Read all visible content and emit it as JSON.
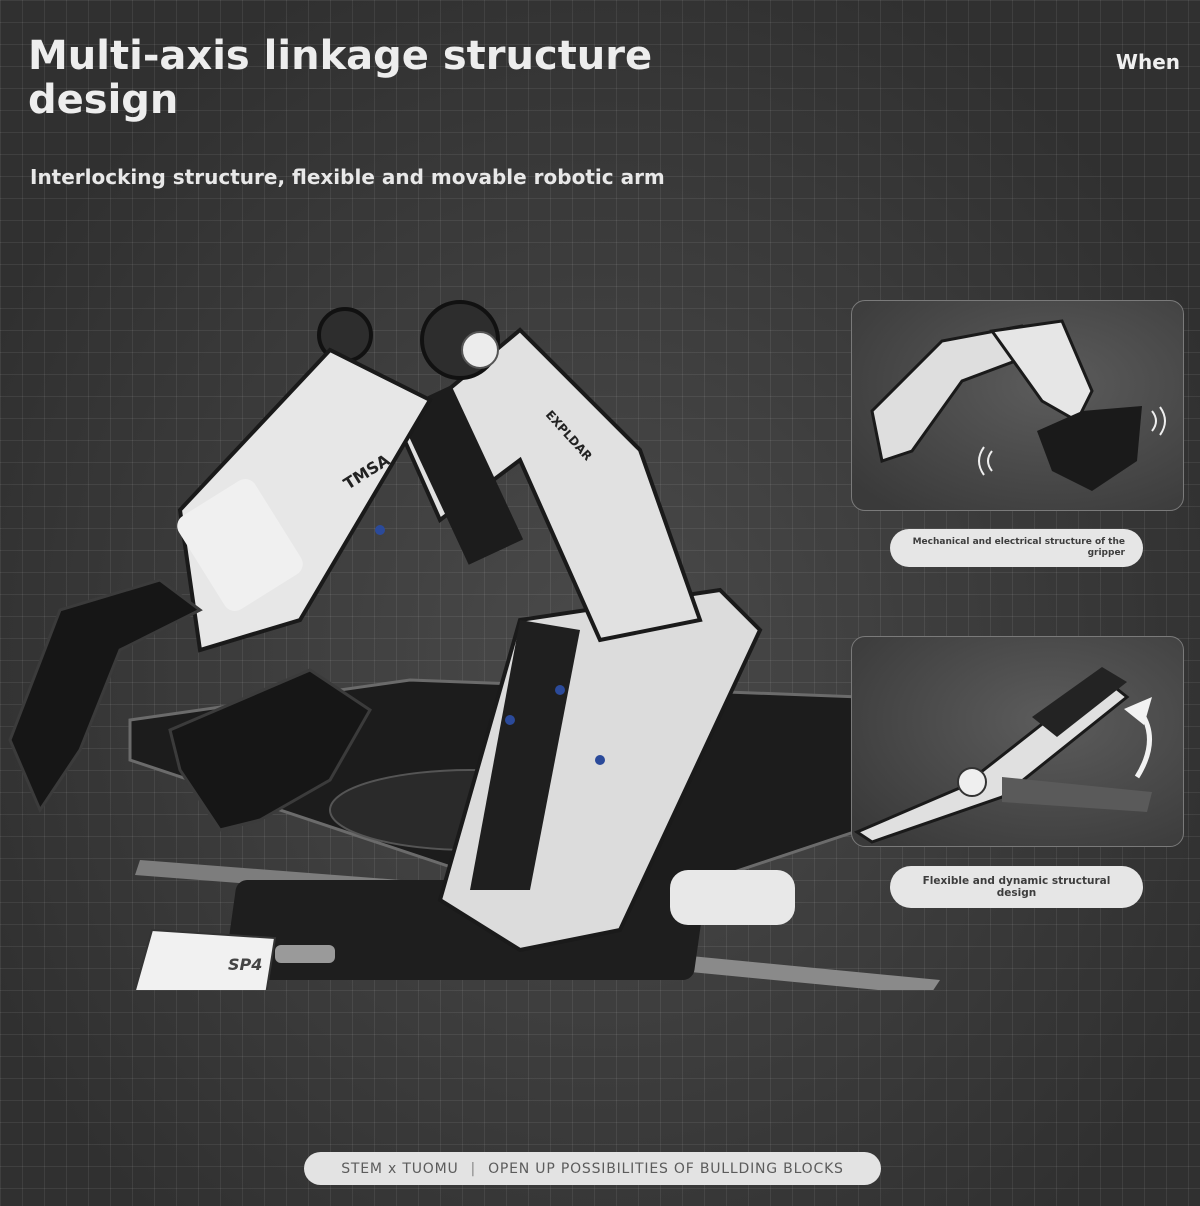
{
  "heading": {
    "title": "Multi-axis linkage structure design",
    "corner_text": "When",
    "subtitle": "Interlocking structure, flexible and movable robotic arm"
  },
  "product": {
    "arm_label_a": "TMSA",
    "arm_label_b": "EXPLDAR",
    "base_label": "SP4"
  },
  "insets": [
    {
      "caption": "Mechanical and electrical structure of the gripper"
    },
    {
      "caption": "Flexible and dynamic structural design"
    }
  ],
  "footer": {
    "left": "STEM x TUOMU",
    "separator": "|",
    "right": "OPEN UP POSSIBILITIES OF BULLDING BLOCKS"
  },
  "colors": {
    "background": "#3b3b3b",
    "pill": "#e6e6e6",
    "text_light": "#ededed",
    "text_dark": "#3d3d3d"
  }
}
